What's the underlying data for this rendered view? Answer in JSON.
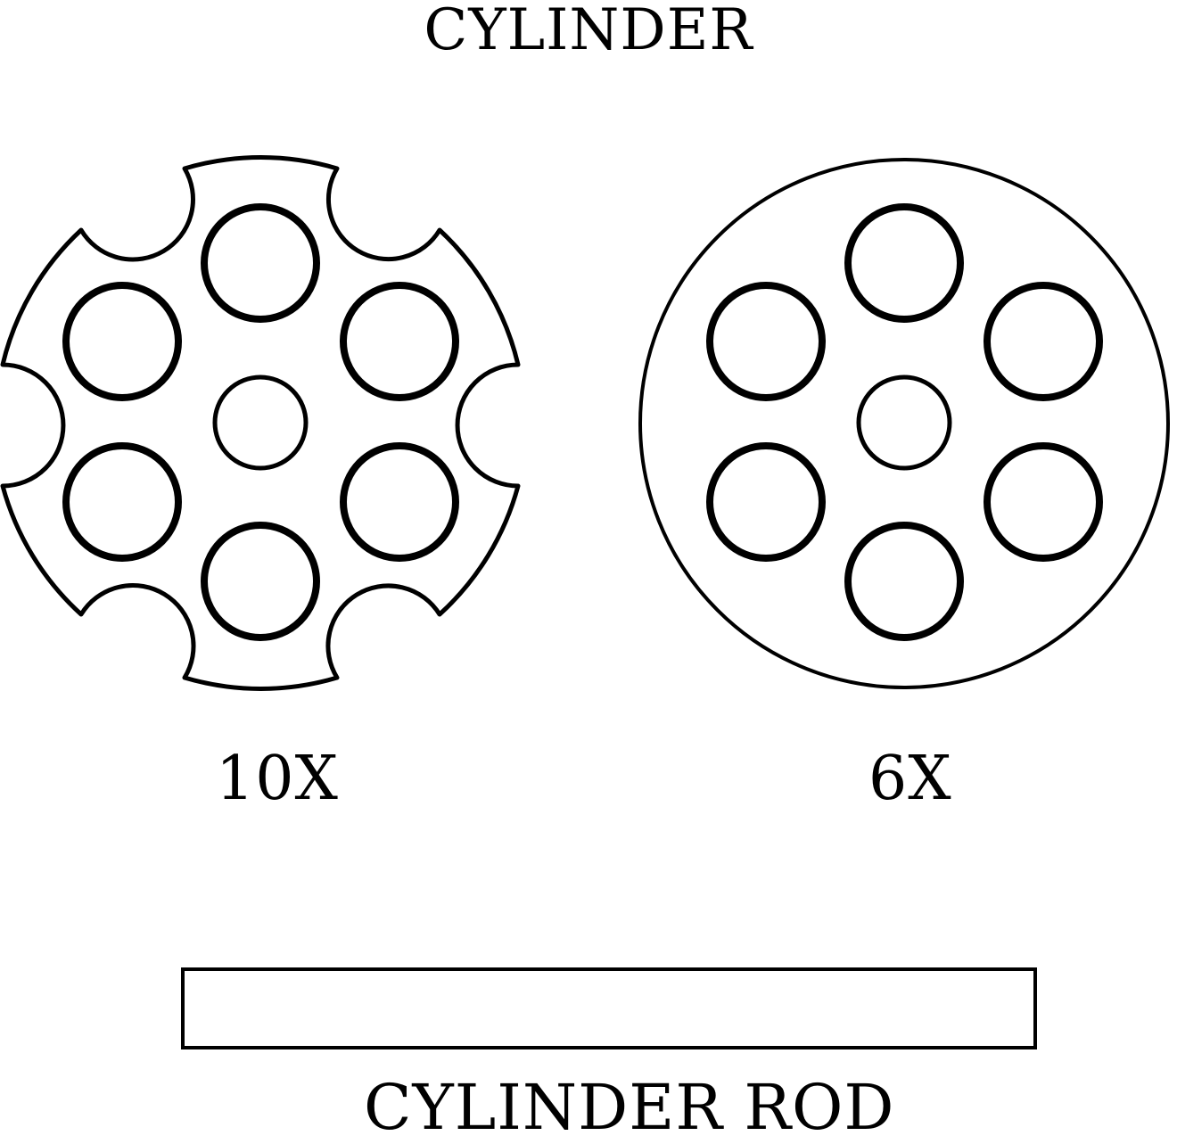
{
  "diagram": {
    "title": "CYLINDER",
    "parts": [
      {
        "name": "fluted-cylinder",
        "quantity_label": "10X",
        "chamber_count": 6,
        "has_center_hole": true,
        "flutes": 6
      },
      {
        "name": "round-cylinder",
        "quantity_label": "6X",
        "chamber_count": 6,
        "has_center_hole": true,
        "flutes": 0
      }
    ],
    "rod_label": "CYLINDER ROD"
  },
  "colors": {
    "stroke": "#000000",
    "background": "#ffffff"
  }
}
